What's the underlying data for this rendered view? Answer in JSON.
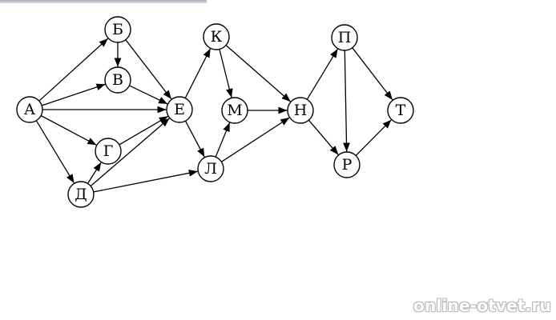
{
  "graph": {
    "nodes": [
      {
        "id": "A",
        "label": "А"
      },
      {
        "id": "B",
        "label": "Б"
      },
      {
        "id": "V",
        "label": "В"
      },
      {
        "id": "G",
        "label": "Г"
      },
      {
        "id": "D",
        "label": "Д"
      },
      {
        "id": "E",
        "label": "Е"
      },
      {
        "id": "K",
        "label": "К"
      },
      {
        "id": "L",
        "label": "Л"
      },
      {
        "id": "M",
        "label": "М"
      },
      {
        "id": "N",
        "label": "Н"
      },
      {
        "id": "P",
        "label": "П"
      },
      {
        "id": "R",
        "label": "Р"
      },
      {
        "id": "T",
        "label": "Т"
      }
    ],
    "edges": [
      {
        "from": "A",
        "to": "B"
      },
      {
        "from": "A",
        "to": "V"
      },
      {
        "from": "A",
        "to": "E"
      },
      {
        "from": "A",
        "to": "G"
      },
      {
        "from": "A",
        "to": "D"
      },
      {
        "from": "B",
        "to": "V"
      },
      {
        "from": "B",
        "to": "E"
      },
      {
        "from": "V",
        "to": "E"
      },
      {
        "from": "G",
        "to": "E"
      },
      {
        "from": "D",
        "to": "G"
      },
      {
        "from": "D",
        "to": "E"
      },
      {
        "from": "D",
        "to": "L"
      },
      {
        "from": "E",
        "to": "K"
      },
      {
        "from": "E",
        "to": "L"
      },
      {
        "from": "K",
        "to": "M"
      },
      {
        "from": "K",
        "to": "N"
      },
      {
        "from": "L",
        "to": "M"
      },
      {
        "from": "L",
        "to": "N"
      },
      {
        "from": "M",
        "to": "N"
      },
      {
        "from": "N",
        "to": "P"
      },
      {
        "from": "N",
        "to": "R"
      },
      {
        "from": "P",
        "to": "R"
      },
      {
        "from": "P",
        "to": "T"
      },
      {
        "from": "R",
        "to": "T"
      }
    ]
  },
  "watermark": "online-otvet.ru",
  "colors": {
    "stroke": "#000000",
    "fill": "#ffffff",
    "watermark_outline": "#b9b9b9"
  }
}
